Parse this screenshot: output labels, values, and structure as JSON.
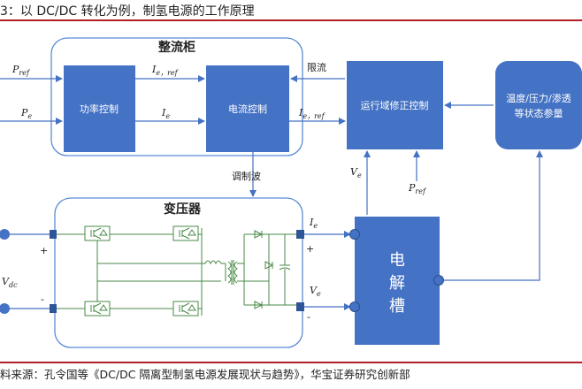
{
  "figure": {
    "title": "3：以 DC/DC 转化为例，制氢电源的工作原理",
    "source": "料来源：孔令国等《DC/DC 隔离型制氢电源发展现状与趋势》，华宝证券研究创新部"
  },
  "rectifier_cabinet": {
    "title": "整流柜",
    "power_control": "功率控制",
    "current_control": "电流控制"
  },
  "transformer": {
    "title": "变压器"
  },
  "operation_control": "运行域修正控制",
  "state_params": {
    "line1": "温度/压力/渗透",
    "line2": "等状态参量"
  },
  "electrolyzer": {
    "line1": "电",
    "line2": "解",
    "line3": "槽"
  },
  "signals": {
    "p_ref_main": "P",
    "p_ref_main_sub": "ref",
    "p_e": "P",
    "p_e_sub": "e",
    "ie_ref_top": "I",
    "ie_ref_top_sub": "e，ref",
    "ie_mid": "I",
    "ie_mid_sub": "e",
    "ie_ref_right": "I",
    "ie_ref_right_sub": "e，ref",
    "limit_flow": "限流",
    "ve_left": "V",
    "ve_left_sub": "e",
    "p_ref_bottom": "P",
    "p_ref_bottom_sub": "ref",
    "modulation_wave": "调制波",
    "ie_out": "I",
    "ie_out_sub": "e",
    "ve_out": "V",
    "ve_out_sub": "e",
    "vdc": "V",
    "vdc_sub": "dc",
    "plus_in": "+",
    "minus_in": "-",
    "plus_out": "+",
    "minus_out": "-"
  },
  "colors": {
    "box_fill": "#4472c4",
    "frame_stroke": "#5b8bd6",
    "line": "#4472c4",
    "rule": "#b01f24",
    "circuit": "#4a8a4a"
  }
}
